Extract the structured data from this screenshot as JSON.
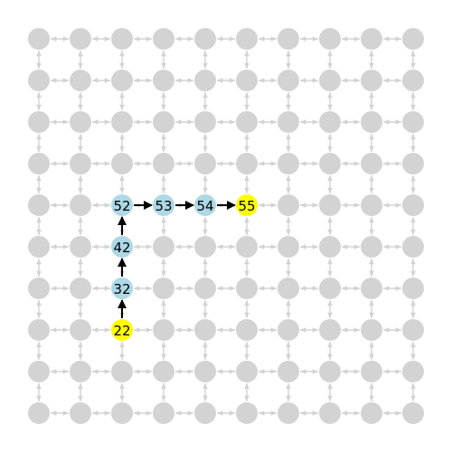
{
  "graph": {
    "rows": 10,
    "cols": 10,
    "start_node": "22",
    "goal_node": "55",
    "path_nodes": [
      "22",
      "32",
      "42",
      "52",
      "53",
      "54",
      "55"
    ],
    "path_node_labels": {
      "22": "22",
      "32": "32",
      "42": "42",
      "52": "52",
      "53": "53",
      "54": "54",
      "55": "55"
    },
    "colors": {
      "default_node": "#d3d3d3",
      "default_edge": "#d3d3d3",
      "path_node": "#add8e6",
      "endpoint_node": "#ffff00",
      "path_edge": "#000000"
    }
  }
}
